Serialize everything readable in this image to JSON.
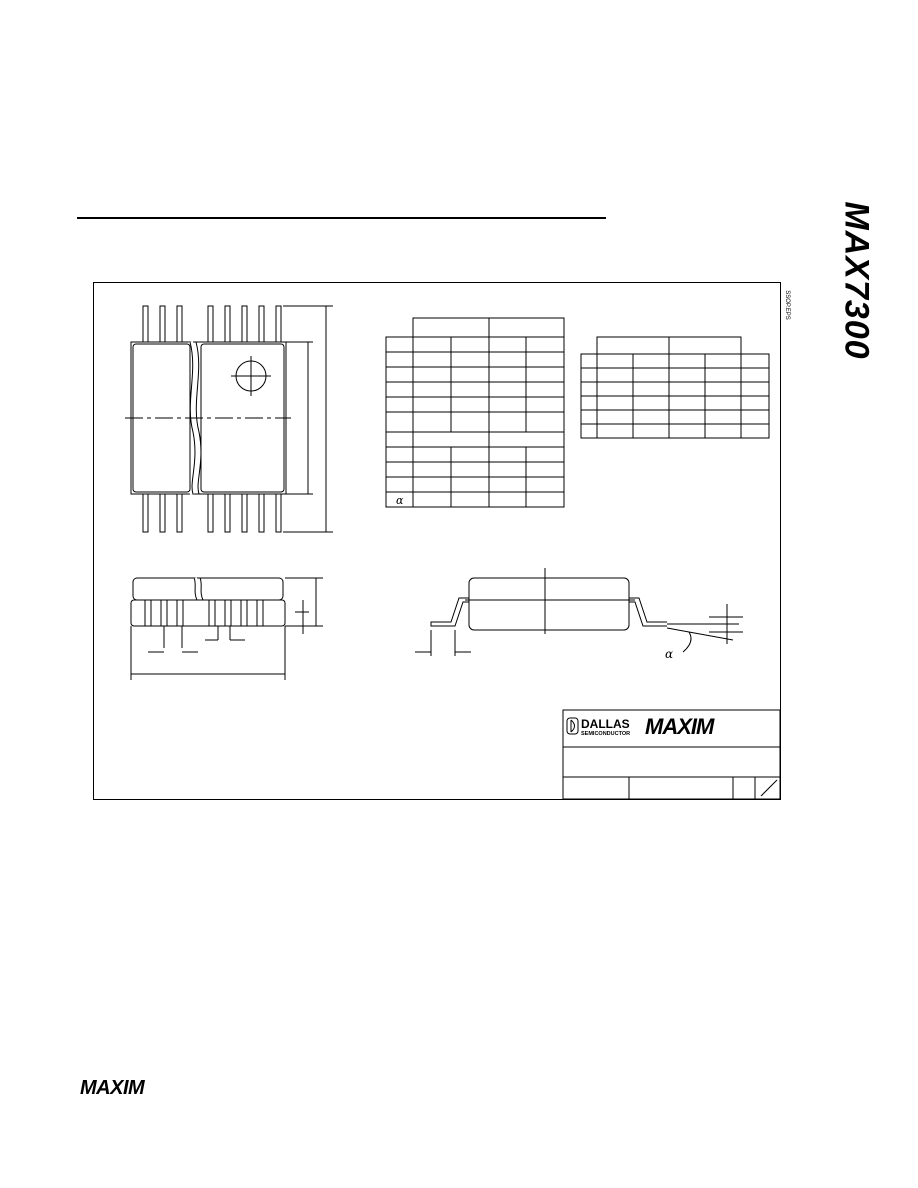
{
  "header": {
    "part_number": "MAX7300"
  },
  "drawing": {
    "side_note": "SSOP.EPS",
    "dim_table_symbol": "α",
    "lead_angle_symbol": "α",
    "title_block": {
      "company_1": "DALLAS",
      "company_1_sub": "SEMICONDUCTOR",
      "company_2": "MAXIM"
    }
  },
  "footer": {
    "logo": "MAXIM"
  }
}
